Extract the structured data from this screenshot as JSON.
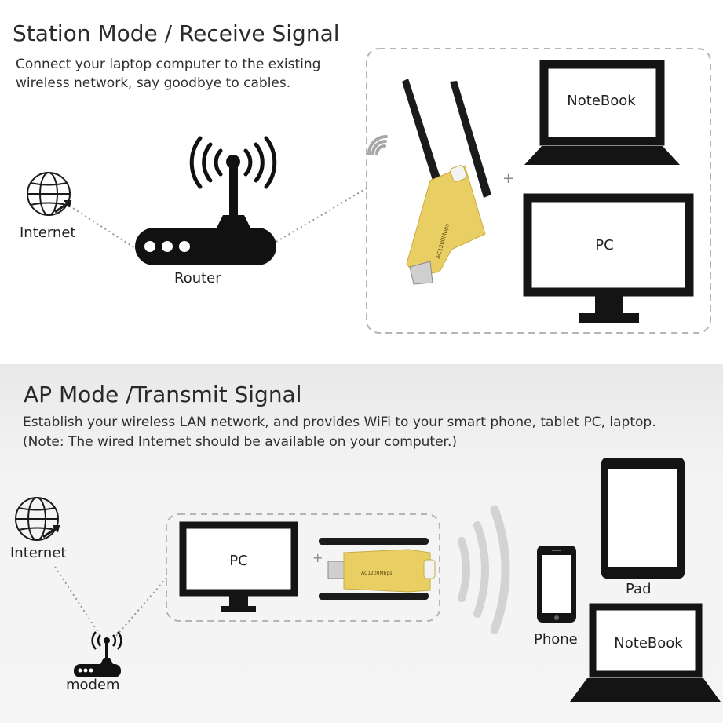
{
  "station": {
    "title": "Station Mode / Receive Signal",
    "description_line1": "Connect your laptop computer to the existing",
    "description_line2": "wireless network, say goodbye to cables.",
    "internet_label": "Internet",
    "router_label": "Router",
    "notebook_label": "NoteBook",
    "pc_label": "PC",
    "plus": "+"
  },
  "ap": {
    "title": "AP Mode /Transmit Signal",
    "description_line1": "Establish your wireless LAN network, and provides WiFi to your smart phone, tablet PC, laptop.",
    "description_line2": "(Note: The wired Internet should be available on your computer.)",
    "internet_label": "Internet",
    "modem_label": "modem",
    "pc_label": "PC",
    "pad_label": "Pad",
    "phone_label": "Phone",
    "notebook_label": "NoteBook",
    "plus": "+"
  },
  "adapter": {
    "body_color": "#e9cf63",
    "antenna_color": "#1b1b1b",
    "printed_text": "AC1200Mbps"
  },
  "colors": {
    "device_dark": "#141414",
    "dotted_line": "#9a9a9a",
    "dashed_box": "#b5b5b5"
  }
}
